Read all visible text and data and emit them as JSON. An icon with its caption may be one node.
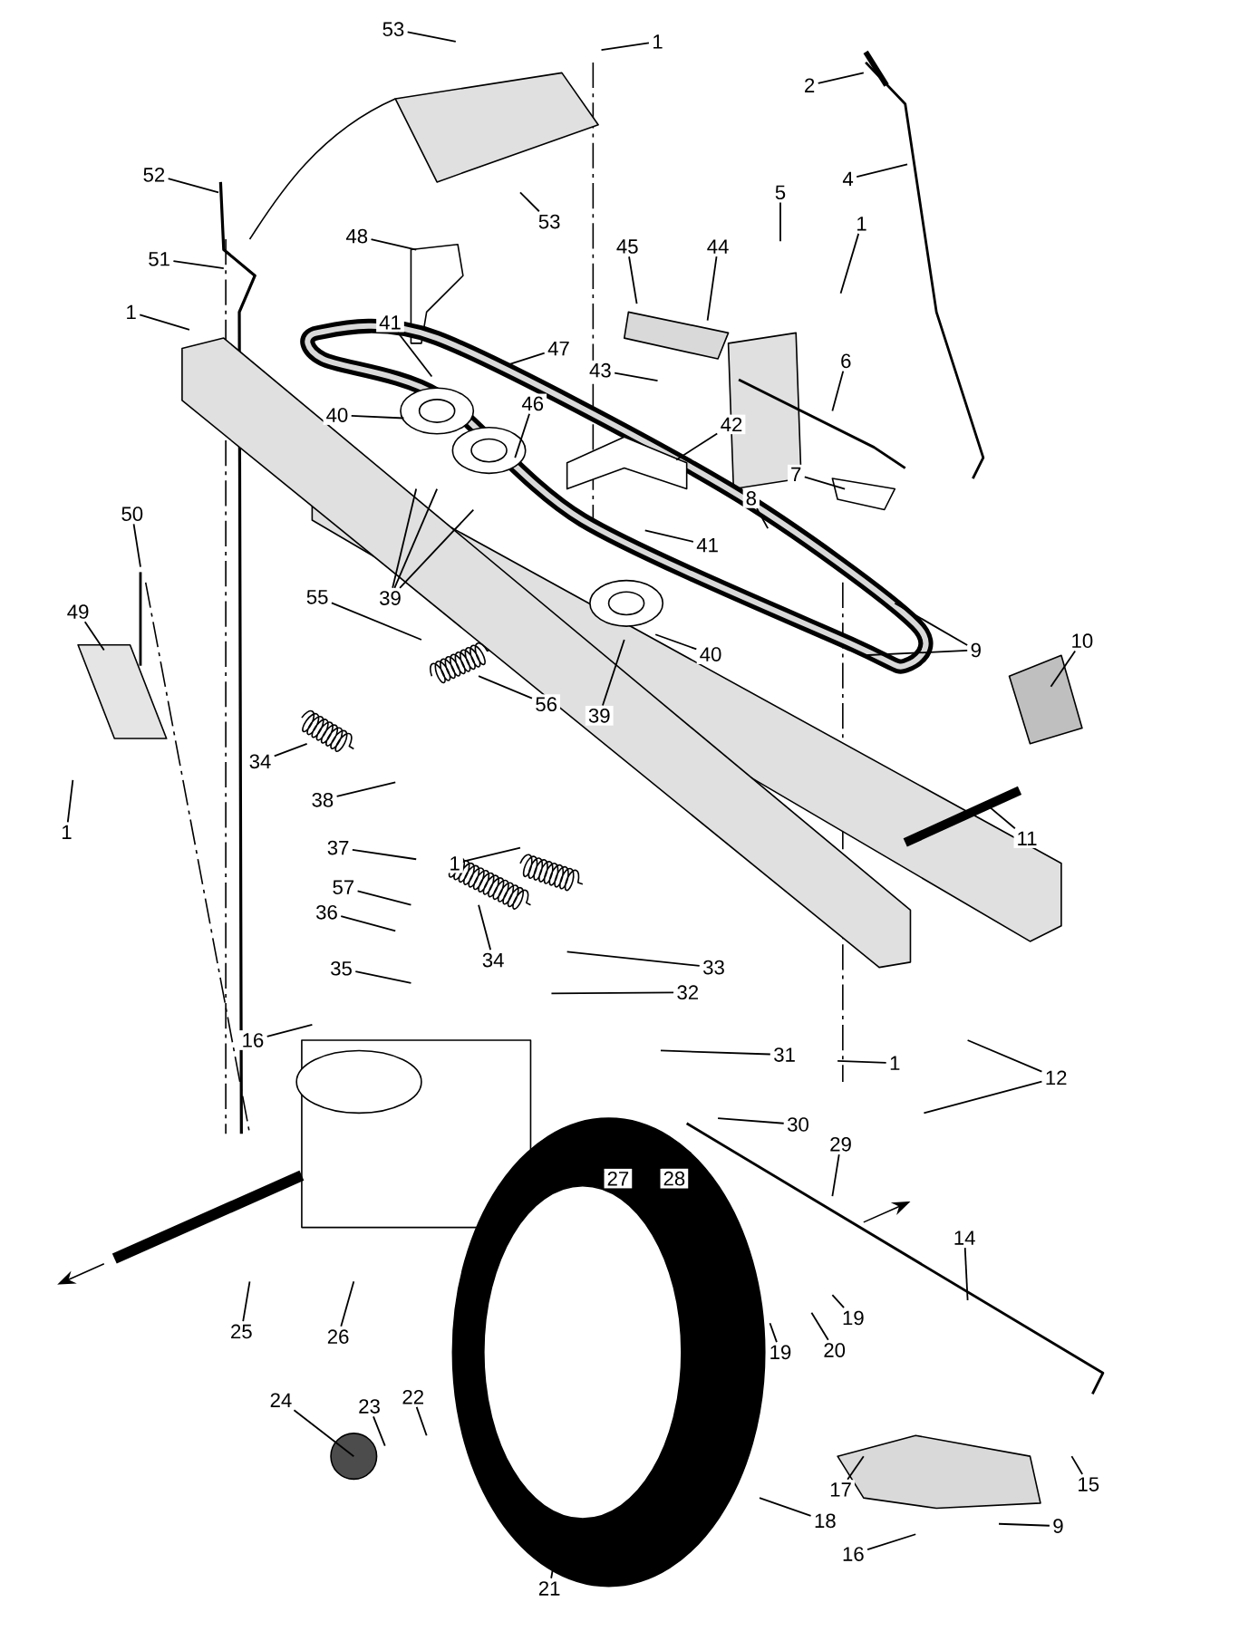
{
  "diagram": {
    "nodes": [
      {
        "text": [
          "53"
        ]
      },
      {
        "text": [
          "1"
        ]
      },
      {
        "text": [
          "2"
        ]
      },
      {
        "text": [
          "4"
        ]
      },
      {
        "text": [
          "52"
        ]
      },
      {
        "text": [
          "53"
        ]
      },
      {
        "text": [
          "5"
        ]
      },
      {
        "text": [
          "1"
        ]
      },
      {
        "text": [
          "48"
        ]
      },
      {
        "text": [
          "51"
        ]
      },
      {
        "text": [
          "45"
        ]
      },
      {
        "text": [
          "44"
        ]
      },
      {
        "text": [
          "1"
        ]
      },
      {
        "text": [
          "41"
        ]
      },
      {
        "text": [
          "47"
        ]
      },
      {
        "text": [
          "43"
        ]
      },
      {
        "text": [
          "6"
        ]
      },
      {
        "text": [
          "40"
        ]
      },
      {
        "text": [
          "46"
        ]
      },
      {
        "text": [
          "42"
        ]
      },
      {
        "text": [
          "7"
        ]
      },
      {
        "text": [
          "8"
        ]
      },
      {
        "text": [
          "50"
        ]
      },
      {
        "text": [
          "41"
        ]
      },
      {
        "text": [
          "39"
        ]
      },
      {
        "text": [
          "55"
        ]
      },
      {
        "text": [
          "49"
        ]
      },
      {
        "text": [
          "9"
        ]
      },
      {
        "text": [
          "40"
        ]
      },
      {
        "text": [
          "10"
        ]
      },
      {
        "text": [
          "56"
        ]
      },
      {
        "text": [
          "39"
        ]
      },
      {
        "text": [
          "34"
        ]
      },
      {
        "text": [
          "38"
        ]
      },
      {
        "text": [
          "1"
        ]
      },
      {
        "text": [
          "11"
        ]
      },
      {
        "text": [
          "37"
        ]
      },
      {
        "text": [
          "1"
        ]
      },
      {
        "text": [
          "57"
        ]
      },
      {
        "text": [
          "36"
        ]
      },
      {
        "text": [
          "34"
        ]
      },
      {
        "text": [
          "33"
        ]
      },
      {
        "text": [
          "35"
        ]
      },
      {
        "text": [
          "32"
        ]
      },
      {
        "text": [
          "16"
        ]
      },
      {
        "text": [
          "31"
        ]
      },
      {
        "text": [
          "1"
        ]
      },
      {
        "text": [
          "12"
        ]
      },
      {
        "text": [
          "30"
        ]
      },
      {
        "text": [
          "29"
        ]
      },
      {
        "text": [
          "27"
        ]
      },
      {
        "text": [
          "28"
        ]
      },
      {
        "text": [
          "14"
        ]
      },
      {
        "text": [
          "19"
        ]
      },
      {
        "text": [
          "25"
        ]
      },
      {
        "text": [
          "26"
        ]
      },
      {
        "text": [
          "19"
        ]
      },
      {
        "text": [
          "20"
        ]
      },
      {
        "text": [
          "22"
        ]
      },
      {
        "text": [
          "24"
        ]
      },
      {
        "text": [
          "23"
        ]
      },
      {
        "text": [
          "15"
        ]
      },
      {
        "text": [
          "17"
        ]
      },
      {
        "text": [
          "18"
        ]
      },
      {
        "text": [
          "9"
        ]
      },
      {
        "text": [
          "16"
        ]
      },
      {
        "text": [
          "21"
        ]
      }
    ],
    "edges": [
      {
        "from": 0,
        "to": null,
        "arrow": "none"
      },
      {
        "from": 1,
        "to": null,
        "arrow": "none"
      },
      {
        "from": 2,
        "to": null,
        "arrow": "none"
      },
      {
        "from": 3,
        "to": null,
        "arrow": "none"
      },
      {
        "from": 4,
        "to": null,
        "arrow": "none"
      },
      {
        "from": 5,
        "to": null,
        "arrow": "none"
      },
      {
        "from": 6,
        "to": null,
        "arrow": "none"
      },
      {
        "from": 7,
        "to": null,
        "arrow": "none"
      },
      {
        "from": 8,
        "to": null,
        "arrow": "none"
      },
      {
        "from": 9,
        "to": null,
        "arrow": "none"
      },
      {
        "from": 10,
        "to": null,
        "arrow": "none"
      },
      {
        "from": 11,
        "to": null,
        "arrow": "none"
      },
      {
        "from": 12,
        "to": null,
        "arrow": "none"
      },
      {
        "from": 13,
        "to": null,
        "arrow": "none"
      },
      {
        "from": 14,
        "to": null,
        "arrow": "none"
      },
      {
        "from": 15,
        "to": null,
        "arrow": "none"
      },
      {
        "from": 16,
        "to": null,
        "arrow": "none"
      },
      {
        "from": 17,
        "to": null,
        "arrow": "none"
      },
      {
        "from": 18,
        "to": null,
        "arrow": "none"
      },
      {
        "from": 19,
        "to": null,
        "arrow": "none"
      },
      {
        "from": 20,
        "to": null,
        "arrow": "none"
      },
      {
        "from": 21,
        "to": null,
        "arrow": "none"
      },
      {
        "from": 22,
        "to": null,
        "arrow": "none"
      },
      {
        "from": 23,
        "to": null,
        "arrow": "none"
      },
      {
        "from": 24,
        "to": null,
        "arrow": "none"
      },
      {
        "from": 24,
        "to": null,
        "arrow": "none"
      },
      {
        "from": 24,
        "to": null,
        "arrow": "none"
      },
      {
        "from": 25,
        "to": null,
        "arrow": "none"
      },
      {
        "from": 26,
        "to": null,
        "arrow": "none"
      },
      {
        "from": 27,
        "to": null,
        "arrow": "none"
      },
      {
        "from": 27,
        "to": null,
        "arrow": "none"
      },
      {
        "from": 28,
        "to": null,
        "arrow": "none"
      },
      {
        "from": 29,
        "to": null,
        "arrow": "none"
      },
      {
        "from": 30,
        "to": null,
        "arrow": "none"
      },
      {
        "from": 31,
        "to": null,
        "arrow": "none"
      },
      {
        "from": 32,
        "to": null,
        "arrow": "none"
      },
      {
        "from": 33,
        "to": null,
        "arrow": "none"
      },
      {
        "from": 34,
        "to": null,
        "arrow": "none"
      },
      {
        "from": 35,
        "to": null,
        "arrow": "none"
      },
      {
        "from": 36,
        "to": null,
        "arrow": "none"
      },
      {
        "from": 37,
        "to": null,
        "arrow": "none"
      },
      {
        "from": 38,
        "to": null,
        "arrow": "none"
      },
      {
        "from": 39,
        "to": null,
        "arrow": "none"
      },
      {
        "from": 40,
        "to": null,
        "arrow": "none"
      },
      {
        "from": 41,
        "to": null,
        "arrow": "none"
      },
      {
        "from": 42,
        "to": null,
        "arrow": "none"
      },
      {
        "from": 43,
        "to": null,
        "arrow": "none"
      },
      {
        "from": 44,
        "to": null,
        "arrow": "none"
      },
      {
        "from": 45,
        "to": null,
        "arrow": "none"
      },
      {
        "from": 46,
        "to": null,
        "arrow": "none"
      },
      {
        "from": 47,
        "to": null,
        "arrow": "none"
      },
      {
        "from": 47,
        "to": null,
        "arrow": "none"
      },
      {
        "from": 48,
        "to": null,
        "arrow": "none"
      },
      {
        "from": 49,
        "to": null,
        "arrow": "none"
      },
      {
        "from": 50,
        "to": null,
        "arrow": "none"
      },
      {
        "from": 51,
        "to": null,
        "arrow": "none"
      },
      {
        "from": 52,
        "to": null,
        "arrow": "none"
      },
      {
        "from": 53,
        "to": null,
        "arrow": "none"
      },
      {
        "from": 54,
        "to": null,
        "arrow": "none"
      },
      {
        "from": 55,
        "to": null,
        "arrow": "none"
      },
      {
        "from": 56,
        "to": null,
        "arrow": "none"
      },
      {
        "from": 57,
        "to": null,
        "arrow": "none"
      },
      {
        "from": 58,
        "to": null,
        "arrow": "none"
      },
      {
        "from": 59,
        "to": null,
        "arrow": "none"
      },
      {
        "from": 60,
        "to": null,
        "arrow": "none"
      },
      {
        "from": 61,
        "to": null,
        "arrow": "none"
      },
      {
        "from": 62,
        "to": null,
        "arrow": "none"
      },
      {
        "from": 63,
        "to": null,
        "arrow": "none"
      },
      {
        "from": 64,
        "to": null,
        "arrow": "none"
      },
      {
        "from": 65,
        "to": null,
        "arrow": "none"
      },
      {
        "from": 66,
        "to": null,
        "arrow": "none"
      }
    ]
  }
}
